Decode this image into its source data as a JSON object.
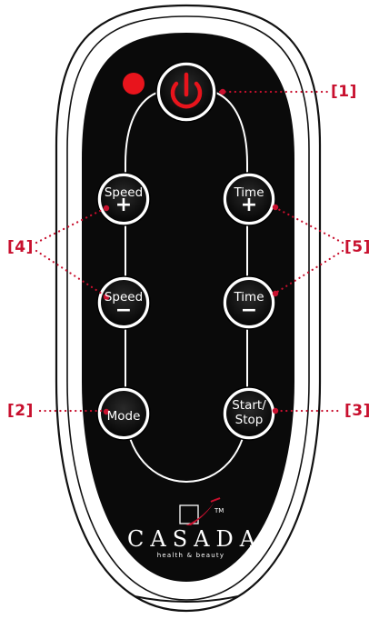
{
  "remote": {
    "brand": "Casada",
    "brand_display": "CASADA",
    "brand_tagline": "health & beauty",
    "trademark": "TM",
    "buttons": {
      "power": {
        "icon": "power-icon"
      },
      "speed_up": {
        "label": "Speed",
        "glyph": "+"
      },
      "speed_down": {
        "label": "Speed",
        "glyph": "−"
      },
      "time_up": {
        "label": "Time",
        "glyph": "+"
      },
      "time_down": {
        "label": "Time",
        "glyph": "−"
      },
      "mode": {
        "label": "Mode"
      },
      "start_stop": {
        "label_line1": "Start/",
        "label_line2": "Stop"
      }
    },
    "indicator": {
      "icon": "led-indicator-icon"
    }
  },
  "callouts": {
    "c1": "[1]",
    "c2": "[2]",
    "c3": "[3]",
    "c4": "[4]",
    "c5": "[5]"
  },
  "colors": {
    "accent": "#c8102e",
    "led": "#e8141c",
    "body": "#0a0a0a",
    "button_face": "#1a1a1a",
    "button_ring": "#ffffff"
  }
}
